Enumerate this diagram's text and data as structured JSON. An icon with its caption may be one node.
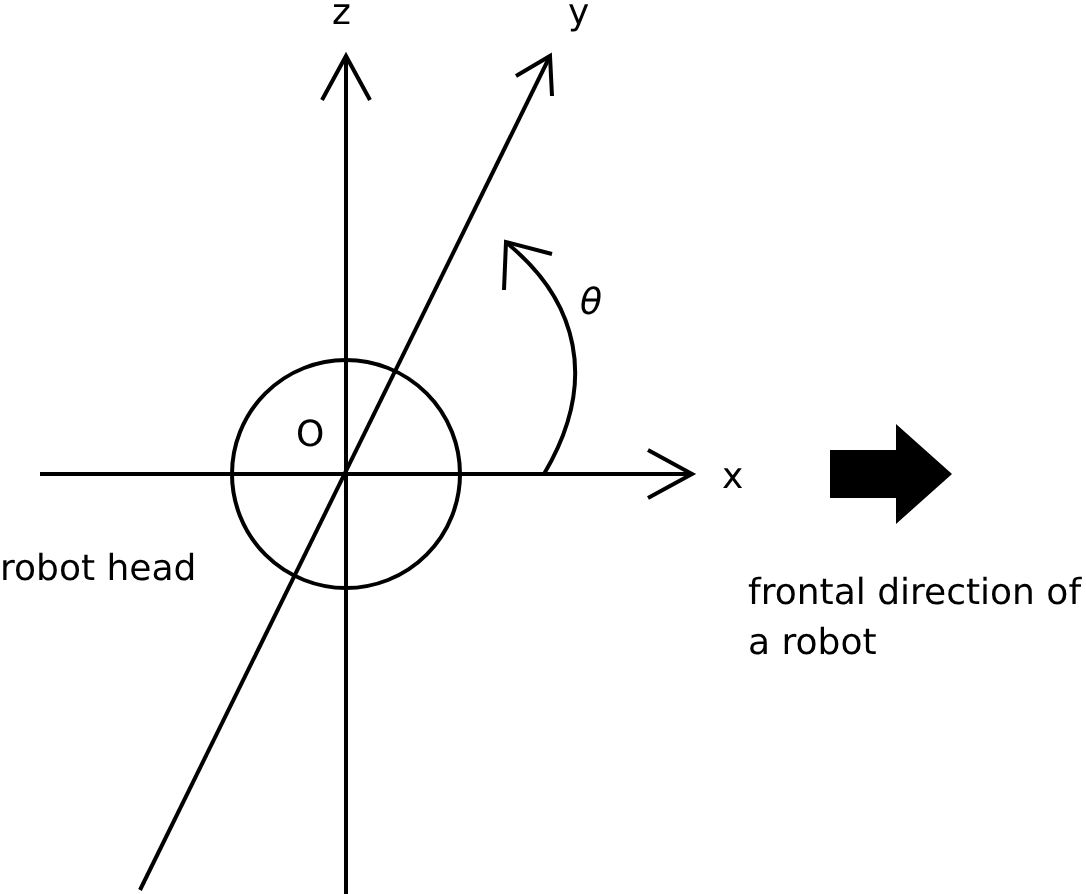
{
  "diagram": {
    "nodes": [
      {
        "text": [],
        "shape": "circle",
        "beside": [
          "robot head"
        ]
      }
    ],
    "edges": [],
    "labels": [
      "z",
      "y",
      "θ",
      "O",
      "x",
      "frontal direction of a robot"
    ]
  }
}
